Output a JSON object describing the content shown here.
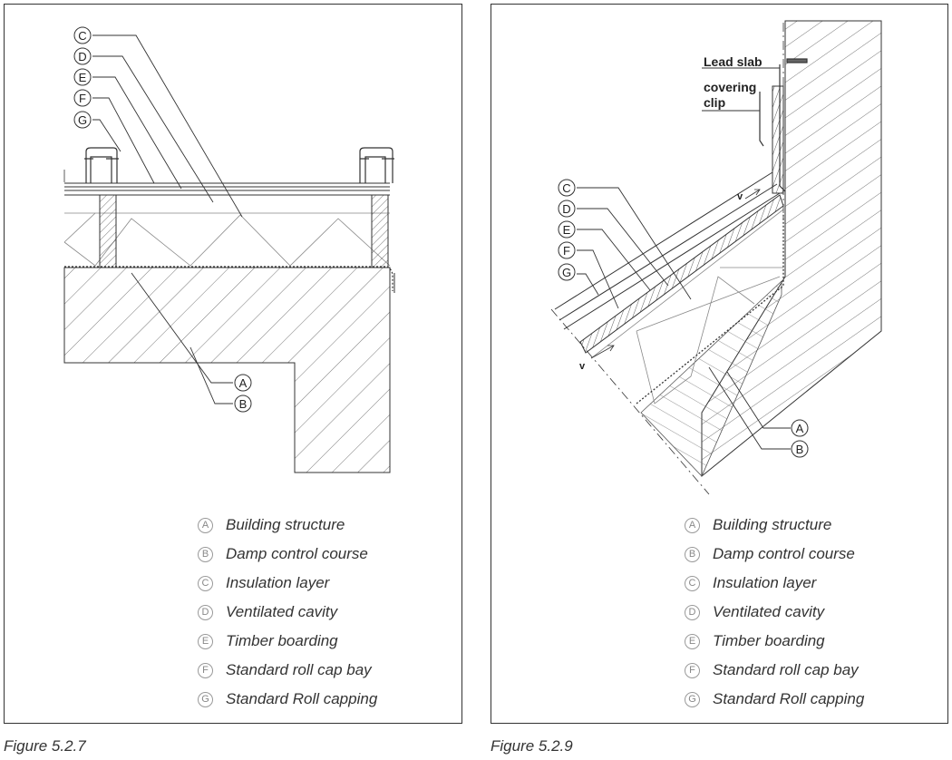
{
  "legend": [
    {
      "letter": "A",
      "text": "Building structure"
    },
    {
      "letter": "B",
      "text": "Damp control course"
    },
    {
      "letter": "C",
      "text": "Insulation layer"
    },
    {
      "letter": "D",
      "text": "Ventilated cavity"
    },
    {
      "letter": "E",
      "text": "Timber boarding"
    },
    {
      "letter": "F",
      "text": "Standard roll cap bay"
    },
    {
      "letter": "G",
      "text": "Standard Roll capping"
    }
  ],
  "figures": {
    "left": {
      "caption": "Figure 5.2.7"
    },
    "right": {
      "caption": "Figure 5.2.9",
      "labels": {
        "lead_slab": "Lead slab",
        "covering": "covering",
        "clip": "clip",
        "vent_mark": "v"
      }
    }
  }
}
